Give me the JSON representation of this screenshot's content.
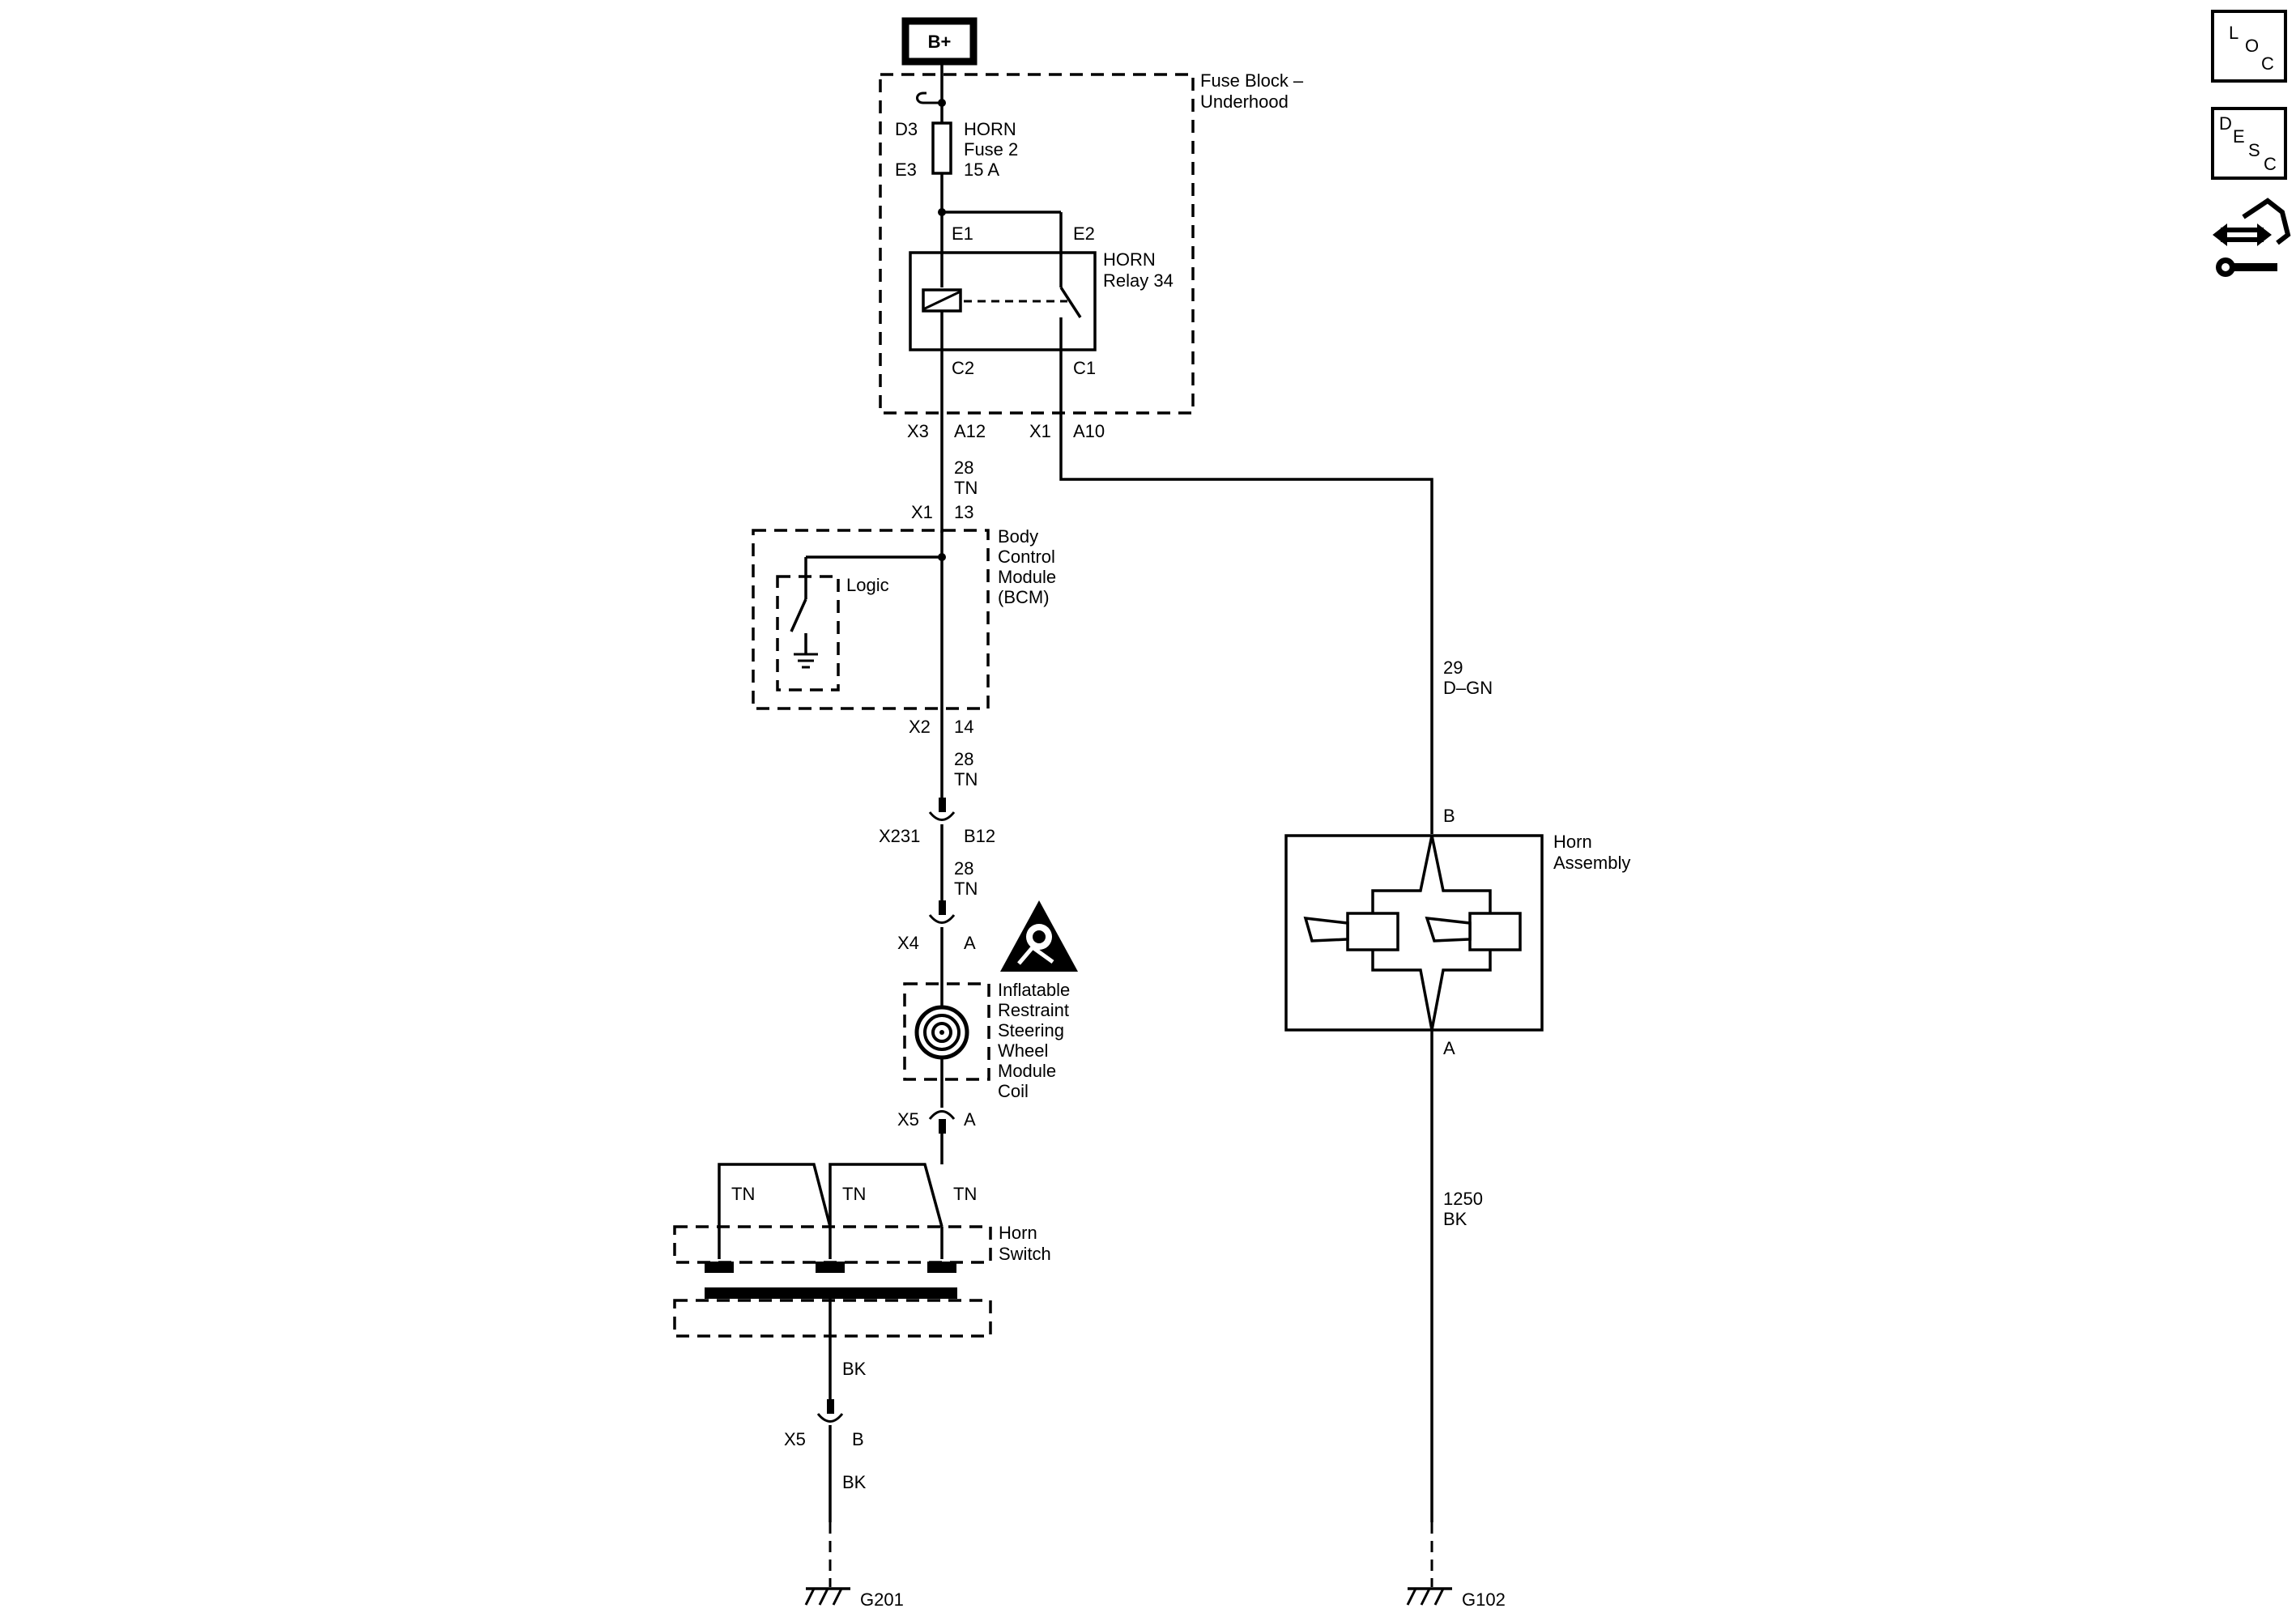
{
  "power_source": {
    "label": "B+"
  },
  "fuse_block": {
    "title_line1": "Fuse Block –",
    "title_line2": "Underhood",
    "pin_d3": "D3",
    "pin_e3": "E3",
    "fuse_line1": "HORN",
    "fuse_line2": "Fuse 2",
    "fuse_line3": "15 A",
    "pin_e1": "E1",
    "pin_e2": "E2",
    "relay_line1": "HORN",
    "relay_line2": "Relay 34",
    "pin_c2": "C2",
    "pin_c1": "C1",
    "conn_x3": "X3",
    "conn_a12": "A12",
    "conn_x1": "X1",
    "conn_a10": "A10"
  },
  "wire_28_a": {
    "circuit": "28",
    "color": "TN"
  },
  "bcm": {
    "conn_x1": "X1",
    "pin_13": "13",
    "title_line1": "Body",
    "title_line2": "Control",
    "title_line3": "Module",
    "title_line4": "(BCM)",
    "logic": "Logic",
    "conn_x2": "X2",
    "pin_14": "14"
  },
  "wire_28_b": {
    "circuit": "28",
    "color": "TN"
  },
  "conn_x231": {
    "name": "X231",
    "pin": "B12"
  },
  "wire_28_c": {
    "circuit": "28",
    "color": "TN"
  },
  "conn_x4": {
    "name": "X4",
    "pin": "A"
  },
  "coil": {
    "line1": "Inflatable",
    "line2": "Restraint",
    "line3": "Steering",
    "line4": "Wheel",
    "line5": "Module",
    "line6": "Coil"
  },
  "conn_x5_top": {
    "name": "X5",
    "pin": "A"
  },
  "horn_switch": {
    "tn1": "TN",
    "tn2": "TN",
    "tn3": "TN",
    "title_line1": "Horn",
    "title_line2": "Switch"
  },
  "wire_bk_a": {
    "color": "BK"
  },
  "conn_x5_bottom": {
    "name": "X5",
    "pin": "B"
  },
  "wire_bk_b": {
    "color": "BK"
  },
  "ground_left": {
    "label": "G201"
  },
  "wire_29": {
    "circuit": "29",
    "color": "D–GN"
  },
  "horn_assembly": {
    "pin_b": "B",
    "title_line1": "Horn",
    "title_line2": "Assembly",
    "pin_a": "A"
  },
  "wire_1250": {
    "circuit": "1250",
    "color": "BK"
  },
  "ground_right": {
    "label": "G102"
  },
  "nav": {
    "loc_l": "L",
    "loc_o": "O",
    "loc_c": "C",
    "desc_d": "D",
    "desc_e": "E",
    "desc_s": "S",
    "desc_c": "C"
  }
}
